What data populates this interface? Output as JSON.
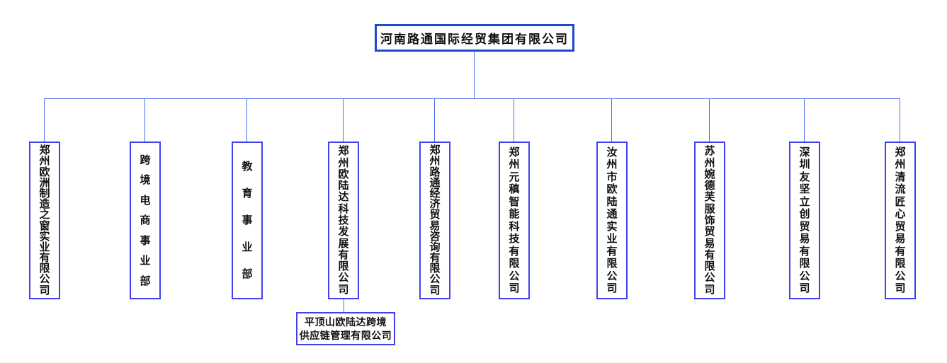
{
  "colors": {
    "root_border": "#1c49d2",
    "box_border": "#4040ef",
    "connector_line": "#4b6cf0",
    "text": "#111111",
    "background": "#ffffff"
  },
  "root": {
    "name": "河南路通国际经贸集团有限公司"
  },
  "children": [
    {
      "name": "郑州欧洲制造之窗实业有限公司"
    },
    {
      "name": "跨境电商事业部"
    },
    {
      "name": "教育事业部"
    },
    {
      "name": "郑州欧陆达科技发展有限公司",
      "children": [
        {
          "name_lines": [
            "平顶山欧陆达跨境",
            "供应链管理有限公司"
          ]
        }
      ]
    },
    {
      "name": "郑州路通经济贸易咨询有限公司"
    },
    {
      "name": "郑州元稹智能科技有限公司"
    },
    {
      "name": "汝州市欧陆通实业有限公司"
    },
    {
      "name": "苏州婉德芙服饰贸易有限公司"
    },
    {
      "name": "深圳友坚立创贸易有限公司"
    },
    {
      "name": "郑州清流匠心贸易有限公司"
    }
  ]
}
